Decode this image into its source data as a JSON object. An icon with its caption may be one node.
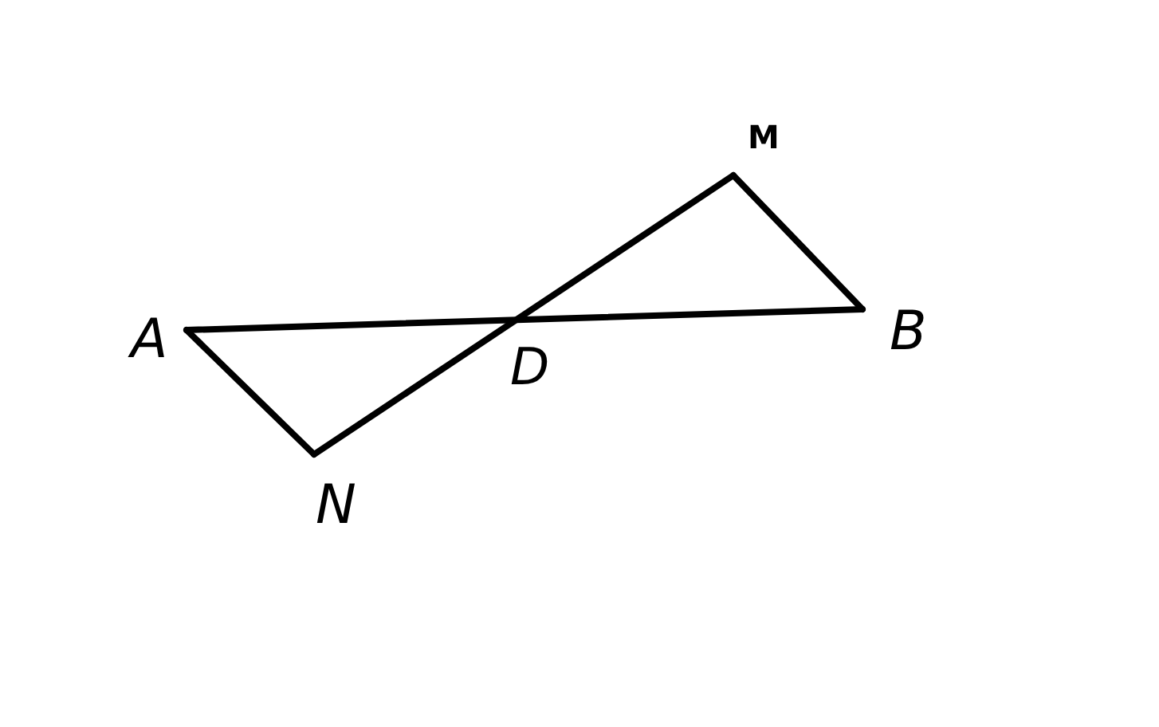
{
  "diagram": {
    "labels": [
      "M",
      "A",
      "D",
      "B",
      "N"
    ]
  }
}
